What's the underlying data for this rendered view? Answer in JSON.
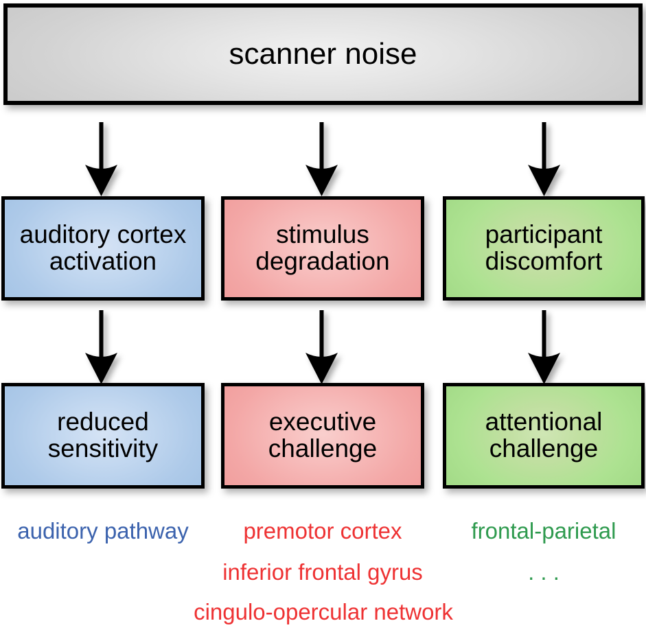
{
  "diagram": {
    "title": "scanner noise effects flowchart",
    "top_node": {
      "label": "scanner noise",
      "color": "#d3d3d3"
    },
    "columns": [
      {
        "id": "auditory",
        "accent": "#aecae9",
        "text_color": "#3b62ad",
        "level1": "auditory cortex\nactivation",
        "level1_line1": "auditory cortex",
        "level1_line2": "activation",
        "level2_line1": "reduced",
        "level2_line2": "sensitivity",
        "terms": [
          "auditory pathway"
        ]
      },
      {
        "id": "stimulus",
        "accent": "#f3a7a6",
        "text_color": "#ee3233",
        "level1_line1": "stimulus",
        "level1_line2": "degradation",
        "level2_line1": "executive",
        "level2_line2": "challenge",
        "terms": [
          "premotor cortex",
          "inferior frontal gyrus",
          "cingulo-opercular network"
        ]
      },
      {
        "id": "participant",
        "accent": "#ade291",
        "text_color": "#2e9a4e",
        "level1_line1": "participant",
        "level1_line2": "discomfort",
        "level2_line1": "attentional",
        "level2_line2": "challenge",
        "terms": [
          "frontal-parietal"
        ],
        "ellipsis": ". . ."
      }
    ],
    "arrows": [
      {
        "name": "arrow-top-to-auditory",
        "icon": "down-arrow-icon"
      },
      {
        "name": "arrow-top-to-stimulus",
        "icon": "down-arrow-icon"
      },
      {
        "name": "arrow-top-to-participant",
        "icon": "down-arrow-icon"
      },
      {
        "name": "arrow-auditory-to-reduced",
        "icon": "down-arrow-icon"
      },
      {
        "name": "arrow-stimulus-to-executive",
        "icon": "down-arrow-icon"
      },
      {
        "name": "arrow-participant-to-attentional",
        "icon": "down-arrow-icon"
      }
    ]
  }
}
